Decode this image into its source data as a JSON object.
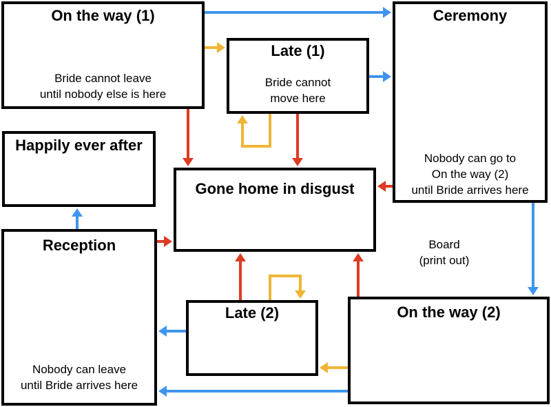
{
  "colors": {
    "blue": "#3f95ee",
    "yellow": "#f0b536",
    "red": "#dd3b23",
    "border": "#000000"
  },
  "nodes": {
    "on_the_way_1": {
      "title": "On the way (1)",
      "note_line1": "Bride cannot leave",
      "note_line2": "until nobody else is here"
    },
    "late_1": {
      "title": "Late (1)",
      "note_line1": "Bride cannot",
      "note_line2": "move here"
    },
    "ceremony": {
      "title": "Ceremony",
      "note_line1": "Nobody can go to",
      "note_line2": "On the way (2)",
      "note_line3": "until Bride arrives here"
    },
    "happily_ever_after": {
      "title": "Happily ever after"
    },
    "gone_home": {
      "title": "Gone home in disgust"
    },
    "reception": {
      "title": "Reception",
      "note_line1": "Nobody can leave",
      "note_line2": "until Bride arrives here"
    },
    "late_2": {
      "title": "Late (2)"
    },
    "on_the_way_2": {
      "title": "On the way (2)"
    }
  },
  "label": {
    "line1": "Board",
    "line2": "(print out)"
  },
  "edges": [
    {
      "from": "on_the_way_1",
      "to": "ceremony",
      "color": "blue"
    },
    {
      "from": "on_the_way_1",
      "to": "late_1",
      "color": "yellow"
    },
    {
      "from": "late_1",
      "to": "ceremony",
      "color": "blue"
    },
    {
      "from": "late_1",
      "to": "late_1",
      "color": "yellow"
    },
    {
      "from": "on_the_way_1",
      "to": "gone_home",
      "color": "red"
    },
    {
      "from": "late_1",
      "to": "gone_home",
      "color": "red"
    },
    {
      "from": "ceremony",
      "to": "gone_home",
      "color": "red"
    },
    {
      "from": "ceremony",
      "to": "on_the_way_2",
      "color": "blue"
    },
    {
      "from": "reception",
      "to": "happily_ever_after",
      "color": "blue"
    },
    {
      "from": "reception",
      "to": "gone_home",
      "color": "red"
    },
    {
      "from": "late_2",
      "to": "gone_home",
      "color": "red"
    },
    {
      "from": "late_2",
      "to": "late_2",
      "color": "yellow"
    },
    {
      "from": "on_the_way_2",
      "to": "gone_home",
      "color": "red"
    },
    {
      "from": "late_2",
      "to": "reception",
      "color": "blue"
    },
    {
      "from": "on_the_way_2",
      "to": "late_2",
      "color": "yellow"
    },
    {
      "from": "on_the_way_2",
      "to": "reception",
      "color": "blue"
    }
  ]
}
